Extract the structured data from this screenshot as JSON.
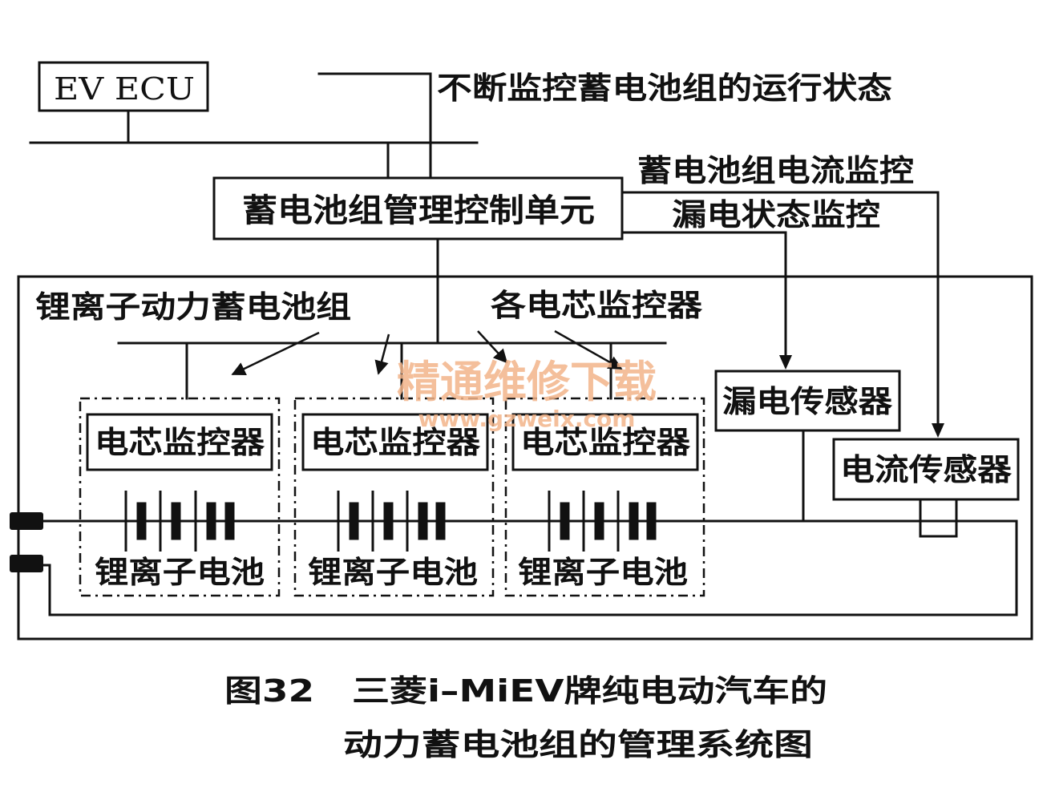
{
  "diagram": {
    "ecu_label": "EV ECU",
    "monitor_status_label": "不断监控蓄电池组的运行状态",
    "current_monitor_label": "蓄电池组电流监控",
    "leak_monitor_label": "漏电状态监控",
    "bms_label": "蓄电池组管理控制单元",
    "pack_label": "锂离子动力蓄电池组",
    "cell_monitors_label": "各电芯监控器",
    "leak_sensor_label": "漏电传感器",
    "current_sensor_label": "电流传感器",
    "modules": [
      {
        "monitor_label": "电芯监控器",
        "battery_label": "锂离子电池"
      },
      {
        "monitor_label": "电芯监控器",
        "battery_label": "锂离子电池"
      },
      {
        "monitor_label": "电芯监控器",
        "battery_label": "锂离子电池"
      }
    ]
  },
  "watermark": {
    "title": "精通维修下载",
    "url": "www.gzweix.com"
  },
  "caption": {
    "line1": "图32　三菱i–MiEV牌纯电动汽车的",
    "line2": "动力蓄电池组的管理系统图"
  },
  "colors": {
    "ink": "#111111",
    "watermark": "#f2b48a"
  }
}
